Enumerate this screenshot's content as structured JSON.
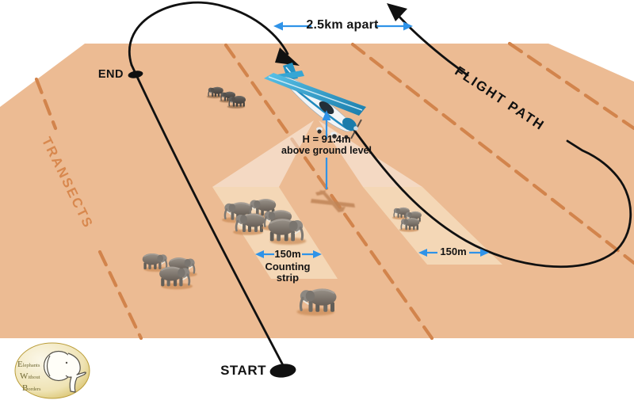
{
  "diagram": {
    "spacing_label": "2.5km apart",
    "altitude_label_line1": "H = 91.4m",
    "altitude_label_line2": "above ground level",
    "left_strip_width_label": "150m",
    "right_strip_width_label": "150m",
    "counting_strip_line1": "Counting",
    "counting_strip_line2": "strip",
    "transects_label": "TRANSECTS",
    "flight_path_label": "FLIGHT PATH",
    "start_label": "START",
    "end_label": "END"
  },
  "logo": {
    "word1": "Elephants",
    "word2": "Without",
    "word3": "Borders"
  },
  "colors": {
    "ground": "#ecbb93",
    "counting_strip": "#f4d7b6",
    "transect_dash": "#d2844c",
    "transects_text": "#d8884e",
    "arrow_blue": "#2f93e8",
    "flight_path_black": "#111111",
    "plane_blue": "#2492c4",
    "logo_gold": "#c9a937"
  }
}
